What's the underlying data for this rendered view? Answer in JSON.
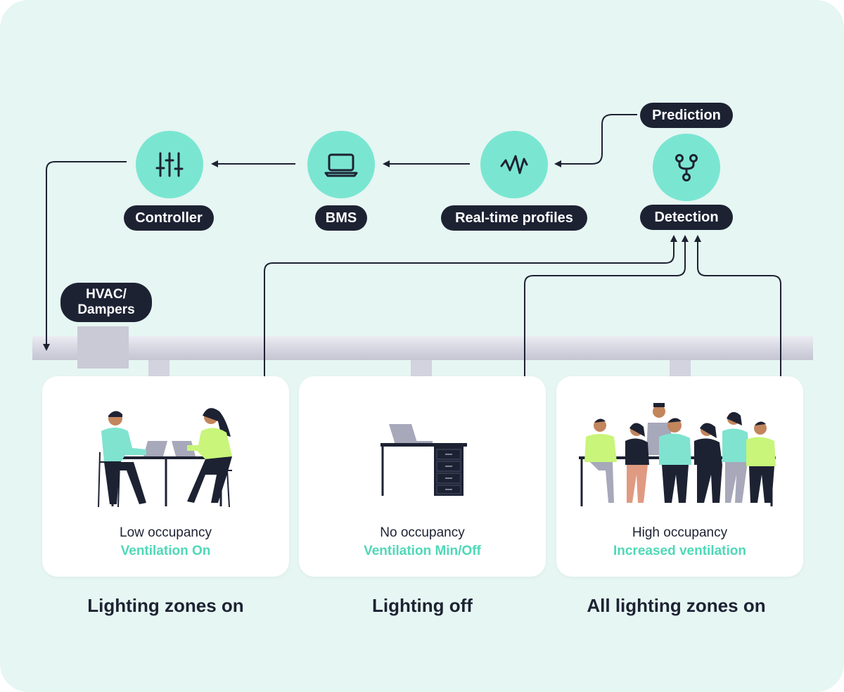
{
  "nodes": {
    "controller": {
      "label": "Controller",
      "icon": "sliders-icon"
    },
    "bms": {
      "label": "BMS",
      "icon": "laptop-icon"
    },
    "profiles": {
      "label": "Real-time profiles",
      "icon": "waveform-icon"
    },
    "detection": {
      "label": "Detection",
      "icon": "branch-icon"
    },
    "prediction": {
      "label": "Prediction"
    },
    "hvac": {
      "line1": "HVAC/",
      "line2": "Dampers"
    }
  },
  "zones": [
    {
      "occupancy": "Low occupancy",
      "ventilation": "Ventilation On",
      "lighting": "Lighting zones on",
      "illustration": "two-people-desk-illustration"
    },
    {
      "occupancy": "No occupancy",
      "ventilation": "Ventilation Min/Off",
      "lighting": "Lighting off",
      "illustration": "empty-desk-illustration"
    },
    {
      "occupancy": "High occupancy",
      "ventilation": "Increased ventilation",
      "lighting": "All lighting zones on",
      "illustration": "crowd-desk-illustration"
    }
  ],
  "colors": {
    "background": "#e6f6f2",
    "node": "#7ae6d2",
    "pill": "#1d2233",
    "accent": "#4fd8b8",
    "duct": "#d2d3df",
    "person_green": "#c8f57a",
    "person_teal": "#7fe3cf"
  }
}
